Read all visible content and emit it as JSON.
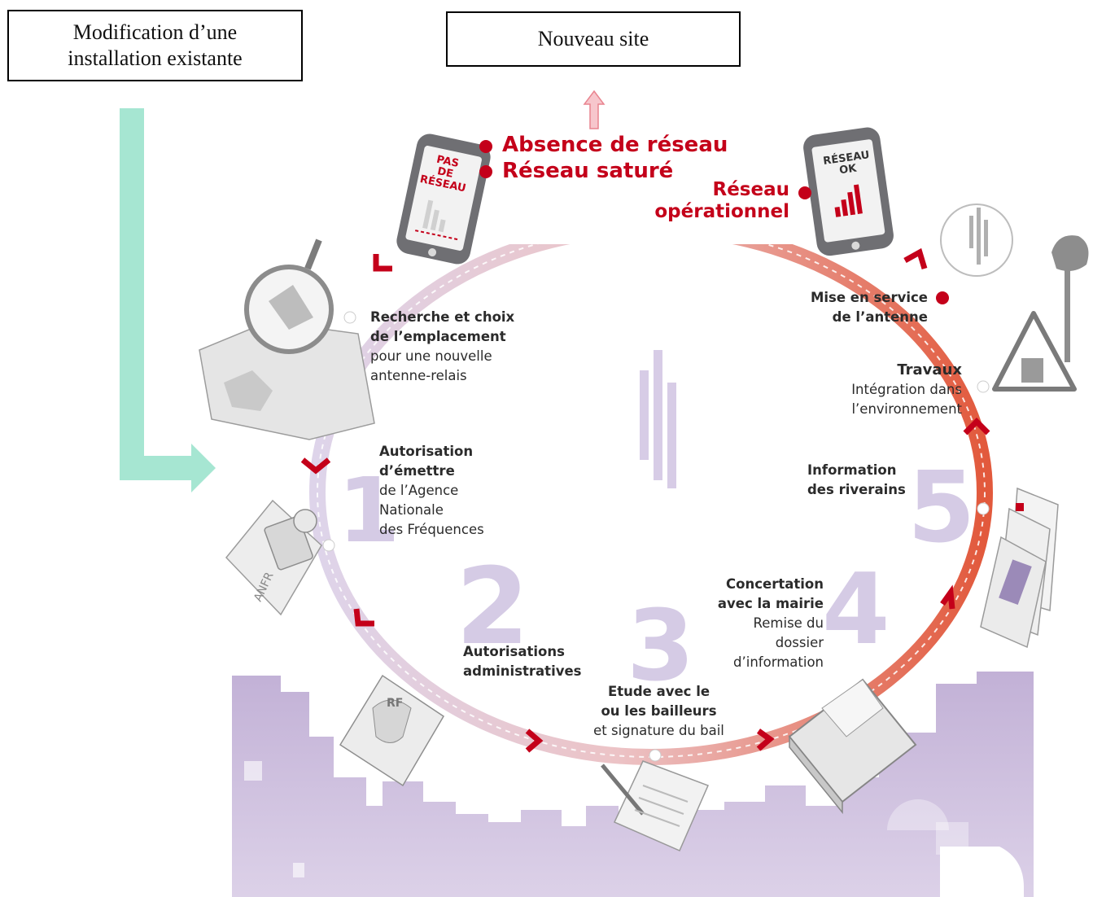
{
  "boxes": {
    "modification_line1": "Modification d’une",
    "modification_line2": "installation existante",
    "nouveau_site": "Nouveau site"
  },
  "status": {
    "absence": "Absence de réseau",
    "sature": "Réseau saturé",
    "operationnel_line1": "Réseau",
    "operationnel_line2": "opérationnel",
    "phone_left_line1": "PAS",
    "phone_left_line2": "DE",
    "phone_left_line3": "RÉSEAU",
    "phone_right_line1": "RÉSEAU",
    "phone_right_line2": "OK"
  },
  "steps": {
    "recherche": {
      "h1": "Recherche et choix",
      "h2": "de l’emplacement",
      "n1": "pour une nouvelle",
      "n2": "antenne-relais"
    },
    "autorisation": {
      "h1": "Autorisation",
      "h2": "d’émettre",
      "n1": "de l’Agence",
      "n2": "Nationale",
      "n3": "des Fréquences"
    },
    "administratives": {
      "h1": "Autorisations",
      "h2": "administratives"
    },
    "etude": {
      "h1": "Etude avec le",
      "h2": "ou les bailleurs",
      "n1": "et signature du bail"
    },
    "concertation": {
      "h1": "Concertation",
      "h2": "avec la mairie",
      "n1": "Remise du",
      "n2": "dossier",
      "n3": "d’information"
    },
    "information": {
      "h1": "Information",
      "h2": "des riverains"
    },
    "travaux": {
      "h1": "Travaux",
      "n1": "Intégration dans",
      "n2": "l’environnement"
    },
    "mise": {
      "h1": "Mise en service",
      "h2": "de l’antenne"
    }
  },
  "numbers": [
    "1",
    "2",
    "3",
    "4",
    "5"
  ],
  "icons": {
    "map": "magnifier-map-icon",
    "stamp": "anfr-stamp-icon",
    "doc": "rf-document-icon",
    "pen": "lease-signature-icon",
    "book": "file-folder-icon",
    "brochures": "brochures-icon",
    "work": "roadwork-sign-icon",
    "antenna": "antenna-icon"
  },
  "colors": {
    "loop_start": "#d8cde6",
    "loop_end": "#e25a3c",
    "accent_red": "#c4001a",
    "green_arrow": "#a6e6d2",
    "city": "#b9a6d1"
  }
}
